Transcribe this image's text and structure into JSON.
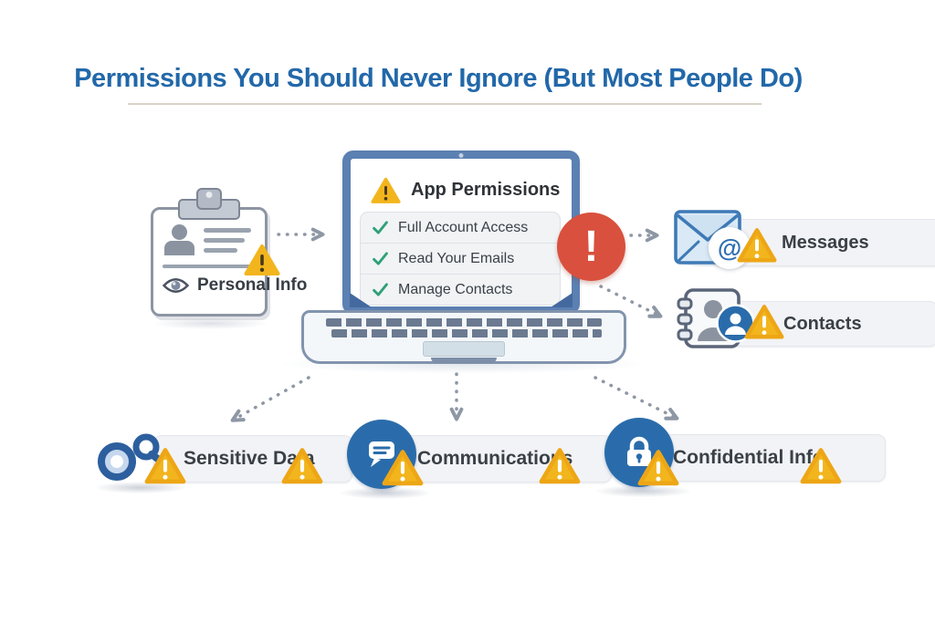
{
  "title": {
    "text": "Permissions You Should Never Ignore (But Most People Do)"
  },
  "clipboard": {
    "label": "Personal Info",
    "icons": [
      "person-silhouette-icon",
      "eye-icon",
      "warning-triangle-icon"
    ]
  },
  "laptop": {
    "header": "App Permissions",
    "header_icon": "warning-triangle-icon",
    "permissions": [
      {
        "label": "Full Account Access",
        "icon": "checkmark-icon"
      },
      {
        "label": "Read Your Emails",
        "icon": "checkmark-icon"
      },
      {
        "label": "Manage Contacts",
        "icon": "checkmark-icon"
      }
    ]
  },
  "alert": {
    "symbol": "!",
    "icon": "alert-circle-icon"
  },
  "right_items": [
    {
      "label": "Messages",
      "icons": [
        "envelope-icon",
        "at-badge-icon",
        "warning-triangle-icon"
      ]
    },
    {
      "label": "Contacts",
      "icons": [
        "address-book-icon",
        "person-badge-icon",
        "warning-triangle-icon"
      ]
    }
  ],
  "bottom_items": [
    {
      "label": "Sensitive Data",
      "icons": [
        "key-icon",
        "warning-triangle-icon",
        "warning-triangle-icon"
      ]
    },
    {
      "label": "Communications",
      "icons": [
        "chat-bubble-icon",
        "warning-triangle-icon",
        "warning-triangle-icon"
      ]
    },
    {
      "label": "Confidential Info",
      "icons": [
        "padlock-icon",
        "warning-triangle-icon",
        "warning-triangle-icon"
      ]
    }
  ],
  "icons": {
    "at_symbol": "@"
  },
  "colors": {
    "title_blue": "#2268a9",
    "alert_red": "#d9503e",
    "warning_yellow": "#f2b51d",
    "check_green": "#2fa077",
    "icon_blue": "#2a6cab",
    "steel_blue": "#5b80b2",
    "arrow_gray": "#8e97a4",
    "text_dark": "#3a4046",
    "pill_gray": "#f2f3f6"
  }
}
